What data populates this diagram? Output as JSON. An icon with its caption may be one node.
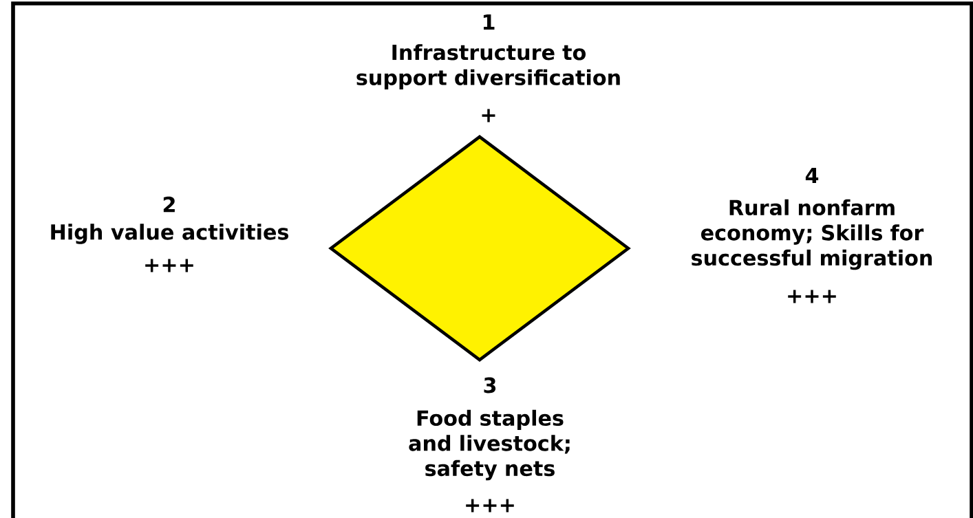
{
  "diagram": {
    "nodes": [
      {
        "text": [],
        "shape": "diamond"
      }
    ],
    "labels": [
      "1",
      "Infrastructure to support diversification",
      "+",
      "2",
      "High value activities",
      "+++",
      "4",
      "Rural nonfarm economy; Skills for successful migration",
      "+++",
      "3",
      "Food staples and livestock; safety nets",
      "+++"
    ]
  }
}
